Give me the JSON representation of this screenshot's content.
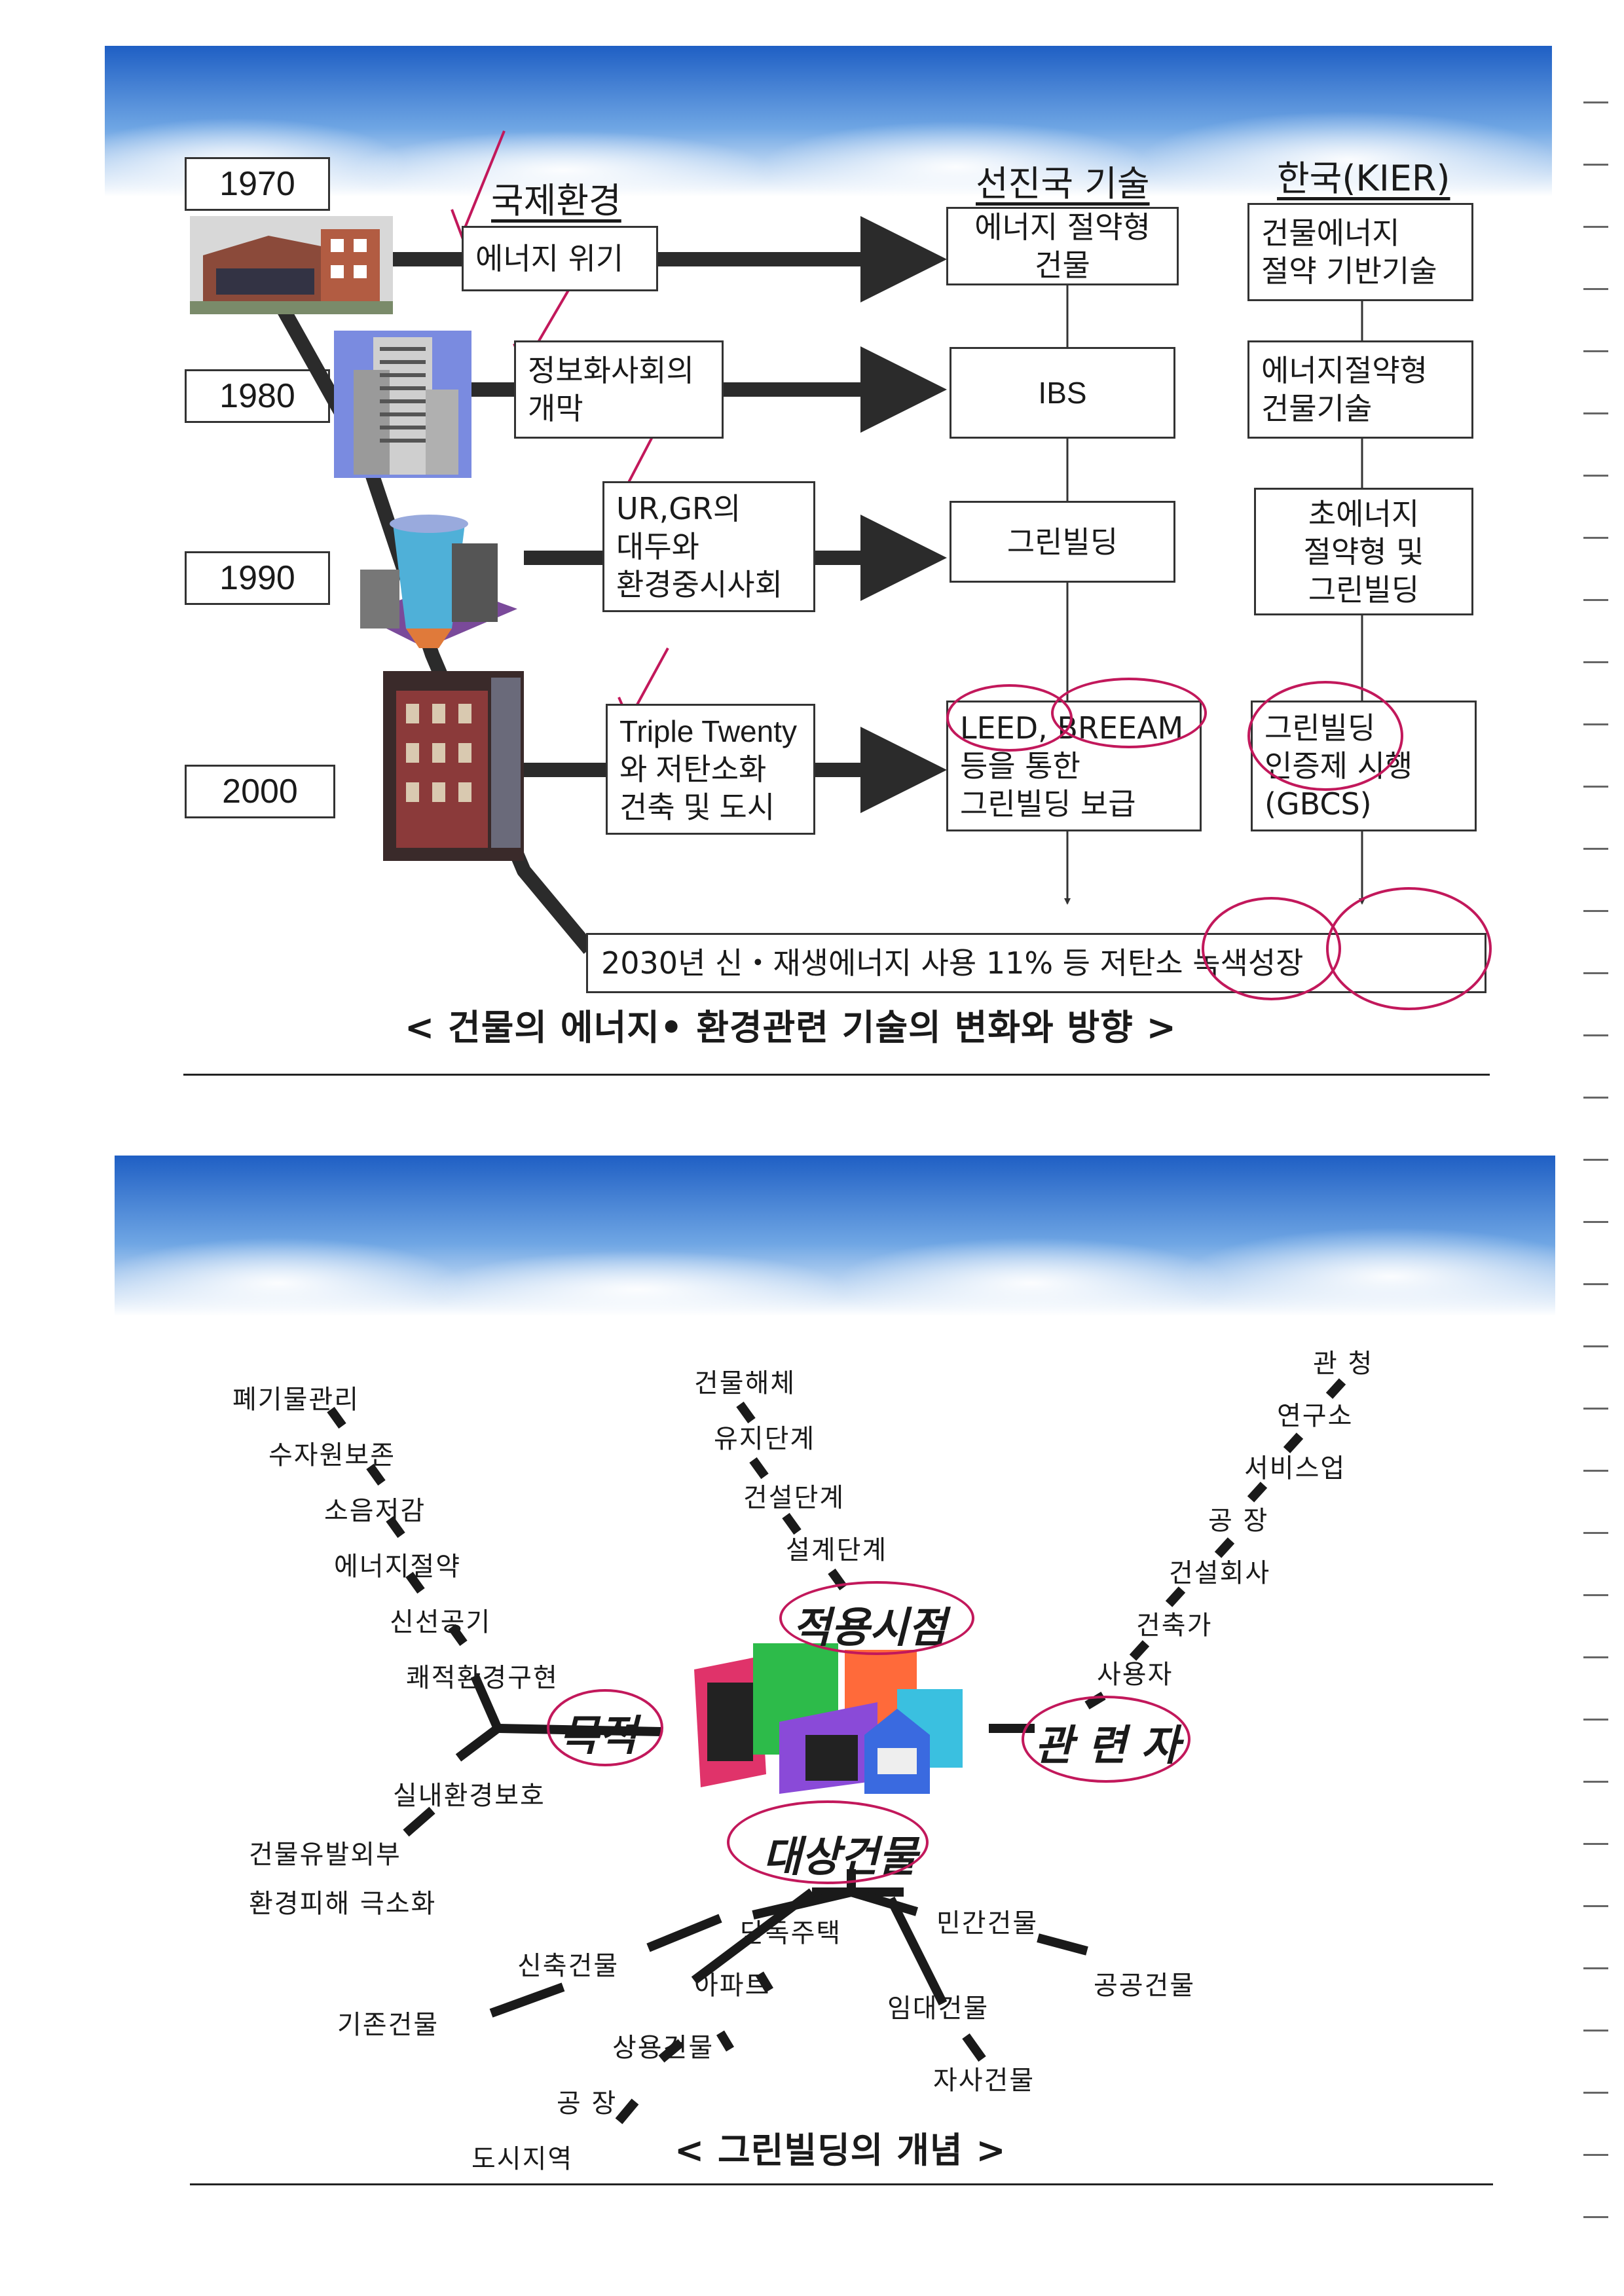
{
  "panel1": {
    "years": [
      "1970",
      "1980",
      "1990",
      "2000"
    ],
    "headers": {
      "international": "국제환경",
      "advanced": "선진국 기술",
      "korea": "한국(KIER)"
    },
    "international": [
      "에너지 위기",
      "정보화사회의\n개막",
      "UR,GR의\n대두와\n환경중시사회",
      "Triple Twenty\n와 저탄소화\n건축 및 도시"
    ],
    "advanced": [
      "에너지 절약형\n건물",
      "IBS",
      "그린빌딩",
      "LEED, BREEAM\n등을 통한\n그린빌딩 보급"
    ],
    "korea": [
      "건물에너지\n절약 기반기술",
      "에너지절약형\n건물기술",
      "초에너지\n절약형 및\n그린빌딩",
      "그린빌딩\n인증제 시행\n(GBCS)"
    ],
    "goal": "2030년 신・재생에너지 사용 11% 등 저탄소 녹색성장",
    "caption": "< 건물의 에너지• 환경관련 기술의 변화와 방향 >"
  },
  "panel2": {
    "purpose_title": "목적",
    "purpose_items": [
      "폐기물관리",
      "수자원보존",
      "소음저감",
      "에너지절약",
      "신선공기",
      "쾌적환경구현",
      "실내환경보호",
      "건물유발외부",
      "환경피해 극소화"
    ],
    "timing_title": "적용시점",
    "timing_items": [
      "건물해체",
      "유지단계",
      "건설단계",
      "설계단계"
    ],
    "stakeholder_title": "관 련 자",
    "stakeholder_items": [
      "관 청",
      "연구소",
      "서비스업",
      "공 장",
      "건설회사",
      "건축가",
      "사용자"
    ],
    "target_title": "대상건물",
    "target_items": [
      "단독주택",
      "민간건물",
      "신축건물",
      "아파트",
      "임대건물",
      "공공건물",
      "기존건물",
      "상용건물",
      "자사건물",
      "공 장",
      "도시지역"
    ],
    "caption": "< 그린빌딩의 개념 >"
  },
  "colors": {
    "sky_top": "#1f5fc4",
    "sky_bottom": "#ffffff",
    "annotation_red": "#c2185b",
    "ink": "#1a1a1a"
  }
}
